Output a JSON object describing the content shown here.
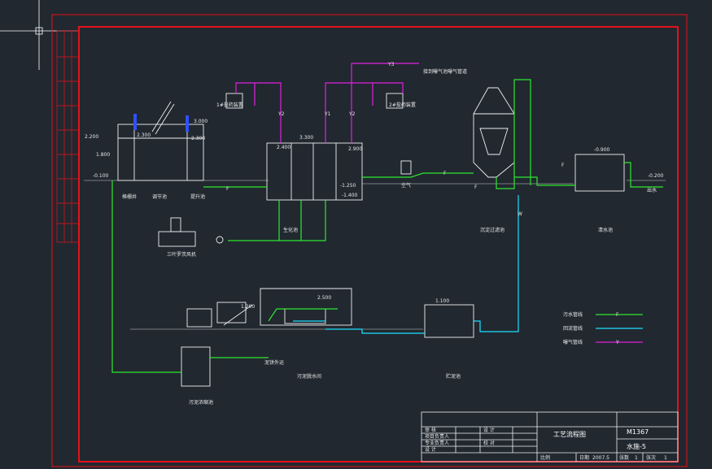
{
  "colors": {
    "background": "#212830",
    "border_red": "#e8101a",
    "sludge_line": "#2ee82e",
    "return_line": "#1ee0ff",
    "gas_line": "#e020e0",
    "equipment": "#f0f0f0"
  },
  "diagram": {
    "sheet_code": "M1367",
    "sheet_no": "水施-5",
    "drawing_title": "工艺流程图",
    "date_label": "日期",
    "date_value": "2007.5",
    "scale_label": "比例",
    "page_label": "张数",
    "page_value": "1",
    "total_label": "张次",
    "total_value": "1",
    "title_rows": [
      "审 核",
      "项目负责人",
      "专业负责人",
      "设 计",
      "设 计",
      "校 对"
    ],
    "legend": [
      {
        "label": "污水管线",
        "code": "F",
        "color": "#2ee82e"
      },
      {
        "label": "回流管线",
        "code": "",
        "color": "#1ee0ff"
      },
      {
        "label": "曝气管线",
        "code": "Y",
        "color": "#e020e0"
      }
    ],
    "units": {
      "grid_well": "格栅井",
      "regulating_tank": "调节池",
      "pump_sump": "提升池",
      "biochem_tank": "生化池",
      "sed_filter": "沉淀过滤池",
      "clear_pool": "清水池",
      "blower": "三叶罗茨风机",
      "sludge_tank": "污泥浓缩池",
      "sludge_house": "污泥脱水间",
      "storage_tank": "贮泥池",
      "dosing_left": "1#投药装置",
      "dosing_right": "2#投药装置",
      "gas_note": "接到曝气池曝气管道",
      "air_note": "空气",
      "outlet_note": "出水",
      "sludge_note": "泥饼外运"
    },
    "elevations": [
      "2.200",
      "1.800",
      "-0.100",
      "2.300",
      "3.000",
      "2.300",
      "2.400",
      "-1.250",
      "-1.400",
      "2.900",
      "-0.900",
      "-0.200",
      "1.200",
      "2.500",
      "1.100",
      "3.300"
    ],
    "line_codes": [
      "Y2",
      "Y1",
      "Y3",
      "Y2",
      "F",
      "F",
      "F",
      "F",
      "W"
    ]
  }
}
